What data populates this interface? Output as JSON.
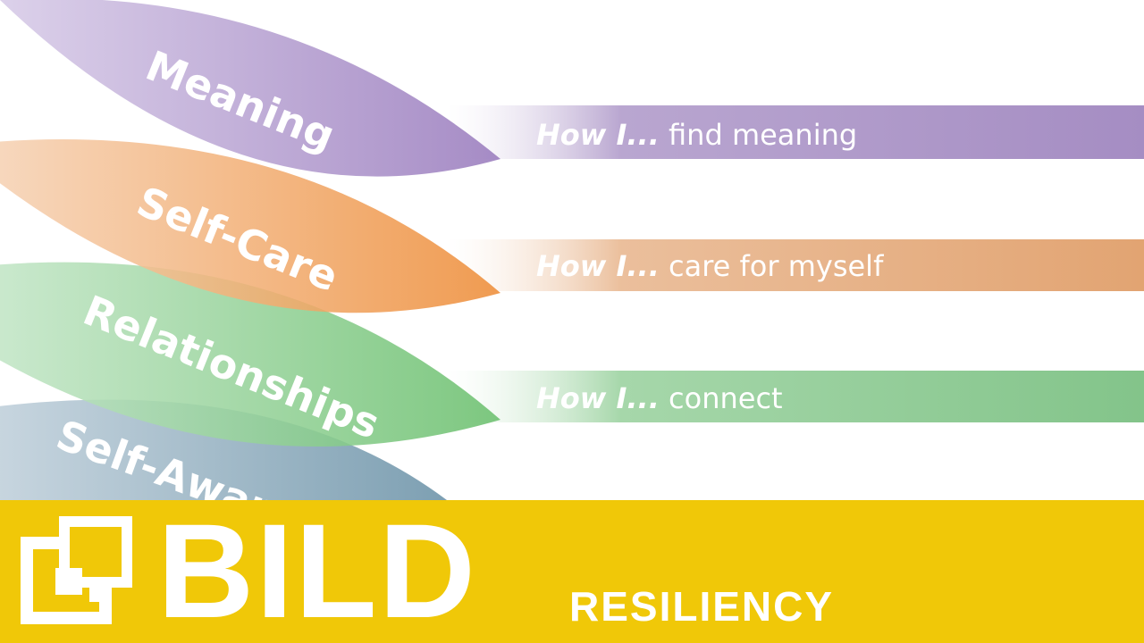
{
  "petals": [
    {
      "label": "Meaning",
      "color": "#a58cc4"
    },
    {
      "label": "Self-Care",
      "color": "#f0a05c"
    },
    {
      "label": "Relationships",
      "color": "#86c98b"
    },
    {
      "label": "Self-Aware",
      "color": "#7e9fb3"
    }
  ],
  "bars": [
    {
      "prefix": "How I...",
      "rest": " find meaning",
      "color": "#a891c3"
    },
    {
      "prefix": "How I...",
      "rest": " care for myself",
      "color": "#e3a676"
    },
    {
      "prefix": "How I...",
      "rest": " connect",
      "color": "#88c68e"
    }
  ],
  "footer": {
    "brand": "BILD",
    "subtitle": "RESILIENCY",
    "background": "#f0c808"
  }
}
